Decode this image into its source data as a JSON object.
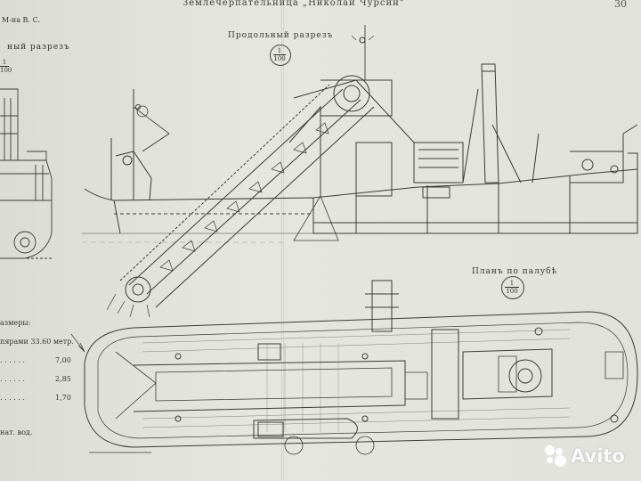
{
  "header": {
    "title": "Землечерпательница „Николай Чурсин\"",
    "page_number": "30",
    "left_tag": "М-на В. С."
  },
  "views": {
    "cross_section_label": "ный разрезъ",
    "longitudinal_label": "Продольный разрезъ",
    "deck_plan_label": "Планъ по палубѣ",
    "scale_numerator": "1",
    "scale_denominator": "100"
  },
  "dimensions": {
    "heading": "азмеры:",
    "rows": [
      {
        "label": "пярами",
        "value": "33.60 метр."
      },
      {
        "label": "",
        "value": "7,00"
      },
      {
        "label": "",
        "value": "2,85"
      },
      {
        "label": "",
        "value": "1,70"
      }
    ],
    "footer": "нат. вод."
  },
  "watermark": {
    "brand": "Avito",
    "colors": {
      "text": "#ffffff"
    }
  }
}
